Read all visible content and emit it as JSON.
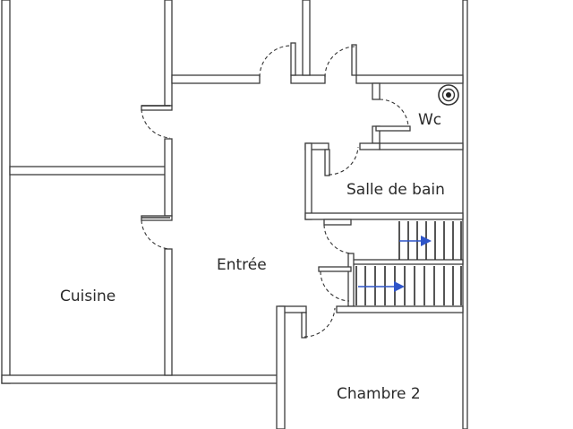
{
  "plan": {
    "rooms": {
      "wc": "Wc",
      "salle_de_bain": "Salle de bain",
      "entree": "Entrée",
      "cuisine": "Cuisine",
      "chambre_2": "Chambre 2"
    },
    "icons": {
      "wc_fixture": "toilet-fixture-icon",
      "stairs_upper": "stairs-icon",
      "stairs_lower": "stairs-icon"
    },
    "colors": {
      "wall_stroke": "#3c3c3c",
      "stair_arrow": "#2f55c9",
      "background": "#ffffff"
    }
  }
}
